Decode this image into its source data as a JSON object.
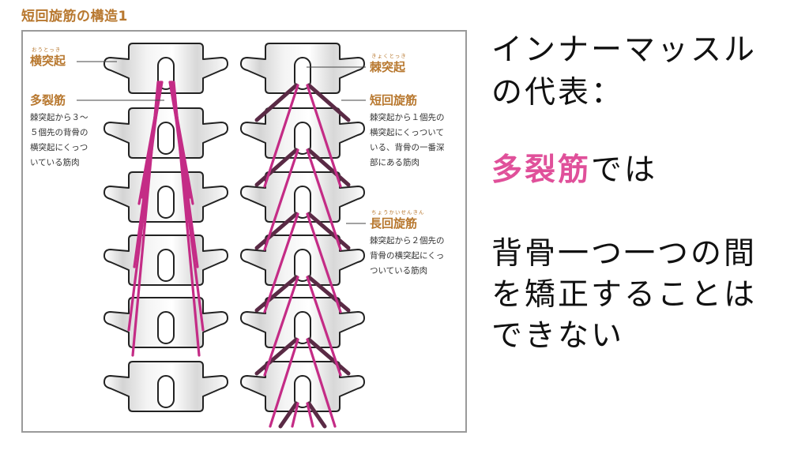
{
  "figure": {
    "title": "短回旋筋の構造1",
    "labels": {
      "transverse_process": {
        "ruby": "おうとっき",
        "text": "横突起"
      },
      "spinous_process": {
        "ruby": "きょくとっき",
        "text": "棘突起"
      },
      "multifidus": {
        "text": "多裂筋",
        "description": "棘突起から３〜\n５個先の背骨の\n横突起にくっつ\nいている筋肉"
      },
      "short_rotatores": {
        "text": "短回旋筋",
        "description": "棘突起から１個先の\n横突起にくっついて\nいる、背骨の一番深\n部にある筋肉"
      },
      "long_rotatores": {
        "ruby": "ちょうかいせんきん",
        "text": "長回旋筋",
        "description": "棘突起から２個先の\n背骨の横突起にくっ\nついている筋肉"
      }
    },
    "colors": {
      "label_orange": "#b8782f",
      "muscle_pink": "#c42c86",
      "muscle_dark": "#5a2a45",
      "frame_gray": "#9a9a9a"
    }
  },
  "slide_text": {
    "line1": "インナーマッスル",
    "line2": "の代表：",
    "line3_highlight": "多裂筋",
    "line3_rest": "では",
    "line4": "背骨一つ一つの間",
    "line5": "を矯正することは",
    "line6": "できない",
    "highlight_color": "#e0509a"
  }
}
